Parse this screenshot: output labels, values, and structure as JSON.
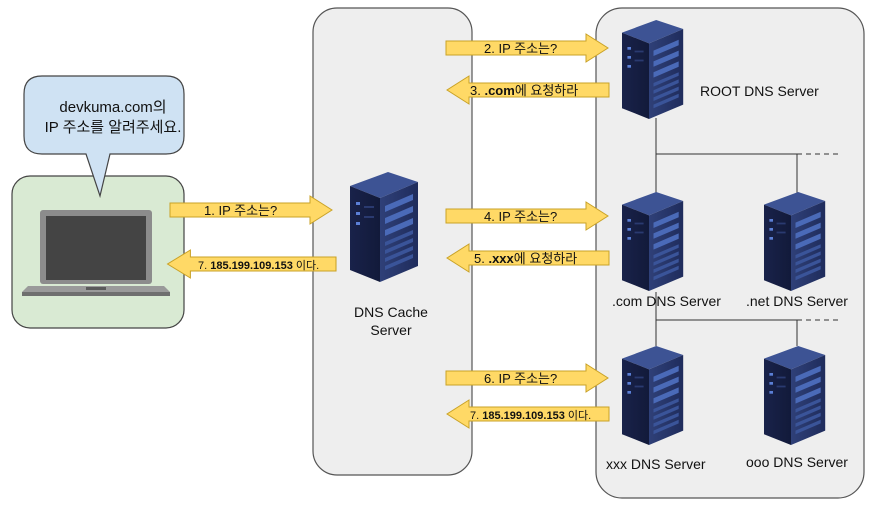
{
  "bubble": {
    "line1": "devkuma.com의",
    "line2": "IP 주소를 알려주세요."
  },
  "servers": {
    "cache": {
      "line1": "DNS Cache",
      "line2": "Server"
    },
    "root": "ROOT DNS Server",
    "com": ".com DNS Server",
    "net": ".net DNS Server",
    "xxx": "xxx DNS Server",
    "ooo": "ooo DNS Server"
  },
  "arrows": {
    "a1": {
      "text": "1. IP 주소는?"
    },
    "a2": {
      "text": "2. IP 주소는?"
    },
    "a3": {
      "prefix": "3. ",
      "bold": ".com",
      "suffix": "에 요청하라"
    },
    "a4": {
      "text": "4. IP 주소는?"
    },
    "a5": {
      "prefix": "5. ",
      "bold": ".xxx",
      "suffix": "에 요청하라"
    },
    "a6": {
      "text": "6. IP 주소는?"
    },
    "a7_left": {
      "prefix": "7. ",
      "bold": "185.199.109.153",
      "suffix": " 이다."
    },
    "a7_right": {
      "prefix": "7. ",
      "bold": "185.199.109.153",
      "suffix": " 이다."
    }
  },
  "colors": {
    "arrow_fill": "#ffd966",
    "arrow_stroke": "#c9a227",
    "panel_fill": "#eeeeee",
    "panel_stroke": "#555555",
    "client_fill": "#d9ead3",
    "bubble_fill": "#cfe2f3",
    "server_body": "#2b3a6b",
    "server_dark": "#1b2650",
    "server_light": "#4a6ab8"
  }
}
